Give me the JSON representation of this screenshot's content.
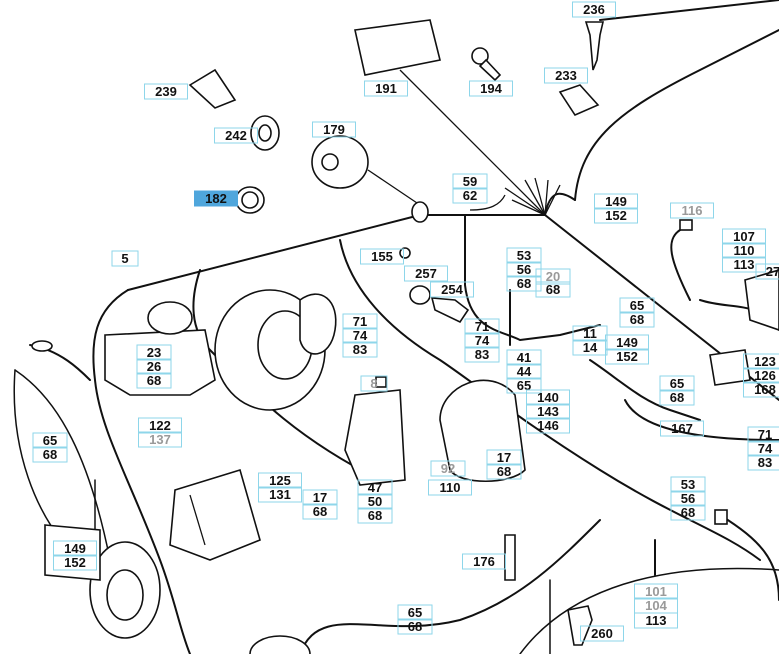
{
  "diagram": {
    "accent_color": "#4fa6dc",
    "box_color": "#8ed6ea",
    "selected_part": "182",
    "callouts": [
      {
        "lines": [
          "236"
        ]
      },
      {
        "lines": [
          "191"
        ]
      },
      {
        "lines": [
          "194"
        ]
      },
      {
        "lines": [
          "233"
        ]
      },
      {
        "lines": [
          "239"
        ]
      },
      {
        "lines": [
          "242"
        ]
      },
      {
        "lines": [
          "179"
        ]
      },
      {
        "lines": [
          "182"
        ],
        "selected": true
      },
      {
        "lines": [
          "59",
          "62"
        ]
      },
      {
        "lines": [
          "149",
          "152"
        ]
      },
      {
        "lines": [
          "116"
        ],
        "gray": true
      },
      {
        "lines": [
          "107",
          "110",
          "113"
        ]
      },
      {
        "lines": [
          "27"
        ]
      },
      {
        "lines": [
          "5"
        ]
      },
      {
        "lines": [
          "155"
        ]
      },
      {
        "lines": [
          "257"
        ]
      },
      {
        "lines": [
          "254"
        ]
      },
      {
        "lines": [
          "53",
          "56",
          "68"
        ]
      },
      {
        "lines": [
          "20"
        ],
        "gray": true
      },
      {
        "lines": [
          "68"
        ]
      },
      {
        "lines": [
          "71",
          "74",
          "83"
        ]
      },
      {
        "lines": [
          "71",
          "74",
          "83"
        ]
      },
      {
        "lines": [
          "65",
          "68"
        ]
      },
      {
        "lines": [
          "11",
          "14"
        ]
      },
      {
        "lines": [
          "149",
          "152"
        ]
      },
      {
        "lines": [
          "41",
          "44",
          "65"
        ]
      },
      {
        "lines": [
          "23",
          "26",
          "68"
        ]
      },
      {
        "lines": [
          "8"
        ],
        "gray": true
      },
      {
        "lines": [
          "65",
          "68"
        ]
      },
      {
        "lines": [
          "123",
          "126",
          "168"
        ]
      },
      {
        "lines": [
          "140",
          "143",
          "146"
        ]
      },
      {
        "lines": [
          "167"
        ]
      },
      {
        "lines": [
          "122"
        ]
      },
      {
        "lines": [
          "137"
        ],
        "gray": true
      },
      {
        "lines": [
          "65",
          "68"
        ]
      },
      {
        "lines": [
          "71",
          "74",
          "83"
        ]
      },
      {
        "lines": [
          "17",
          "68"
        ]
      },
      {
        "lines": [
          "92"
        ],
        "gray": true
      },
      {
        "lines": [
          "110"
        ]
      },
      {
        "lines": [
          "125",
          "131"
        ]
      },
      {
        "lines": [
          "17",
          "68"
        ]
      },
      {
        "lines": [
          "47",
          "50",
          "68"
        ]
      },
      {
        "lines": [
          "53",
          "56",
          "68"
        ]
      },
      {
        "lines": [
          "149",
          "152"
        ]
      },
      {
        "lines": [
          "176"
        ]
      },
      {
        "lines": [
          "101",
          "104"
        ],
        "gray": true
      },
      {
        "lines": [
          "113"
        ]
      },
      {
        "lines": [
          "260"
        ]
      },
      {
        "lines": [
          "65",
          "68"
        ]
      }
    ]
  }
}
